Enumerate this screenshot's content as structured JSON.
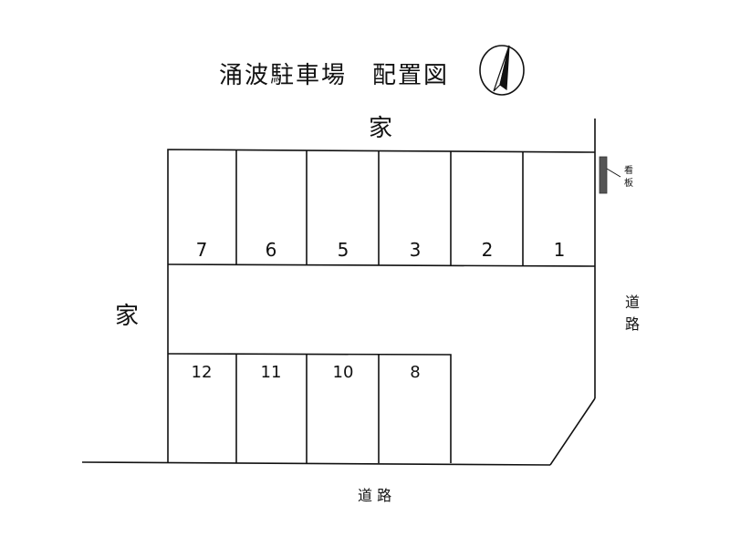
{
  "title": "涌波駐車場　配置図",
  "house_top": "家",
  "house_left": "家",
  "road_right": "道路",
  "road_bottom": "道 路",
  "signboard": "看板",
  "spaces_top": [
    "7",
    "6",
    "5",
    "3",
    "2",
    "1"
  ],
  "spaces_bottom": [
    "12",
    "11",
    "10",
    "8"
  ],
  "colors": {
    "line": "#111111",
    "signboard": "#555555"
  },
  "icons": {
    "north_arrow": "compass-north-icon"
  }
}
